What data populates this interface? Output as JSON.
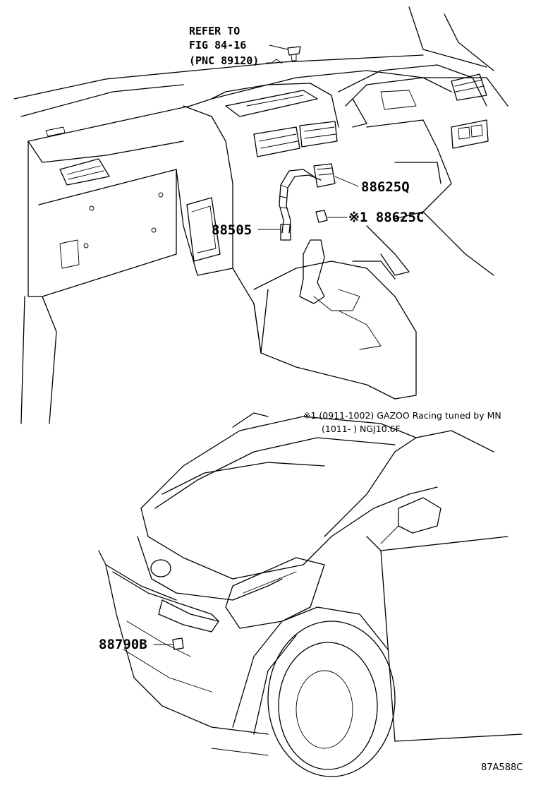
{
  "labels": {
    "refer_line1": "REFER TO",
    "refer_line2": "FIG 84-16",
    "refer_line3": "(PNC 89120)",
    "part_88625q": "88625Q",
    "part_88625c": "※1 88625C",
    "part_88505": "88505",
    "part_88790b": "88790B"
  },
  "notes": {
    "line1": "※1 (0911-1002) GAZOO Racing tuned by MN",
    "line2": "(1011-    ) NGJ10.6F"
  },
  "figure_code": "87A588C"
}
